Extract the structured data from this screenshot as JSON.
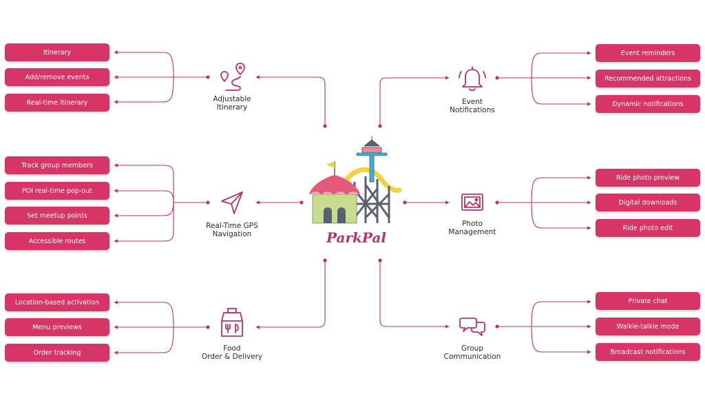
{
  "brand": {
    "name": "ParkPal"
  },
  "colors": {
    "accent": "#d63566",
    "line": "#b8326a",
    "icon": "#b8326a",
    "text": "#2a2a2a"
  },
  "features": {
    "itinerary": {
      "title_line1": "Adjustable",
      "title_line2": "Itinerary",
      "icon": "route-icon",
      "items": [
        "Itinerary",
        "Add/remove events",
        "Real-time itinerary"
      ]
    },
    "gps": {
      "title_line1": "Real-Time GPS",
      "title_line2": "Navigation",
      "icon": "navigation-arrow-icon",
      "items": [
        "Track group members",
        "POI real-time pop-out",
        "Set meetup points",
        "Accessible routes"
      ]
    },
    "food": {
      "title_line1": "Food",
      "title_line2": "Order & Delivery",
      "icon": "food-bag-icon",
      "items": [
        "Location-based activation",
        "Menu previews",
        "Order tracking"
      ]
    },
    "events": {
      "title_line1": "Event",
      "title_line2": "Notifications",
      "icon": "bell-icon",
      "items": [
        "Event reminders",
        "Recommended attractions",
        "Dynamic notifications"
      ]
    },
    "photo": {
      "title_line1": "Photo",
      "title_line2": "Management",
      "icon": "photo-icon",
      "items": [
        "Ride photo preview",
        "Digital downloads",
        "Ride photo edit"
      ]
    },
    "group": {
      "title_line1": "Group",
      "title_line2": "Communication",
      "icon": "chat-bubbles-icon",
      "items": [
        "Private chat",
        "Walkie-talkie mode",
        "Broadcast notifications"
      ]
    }
  }
}
